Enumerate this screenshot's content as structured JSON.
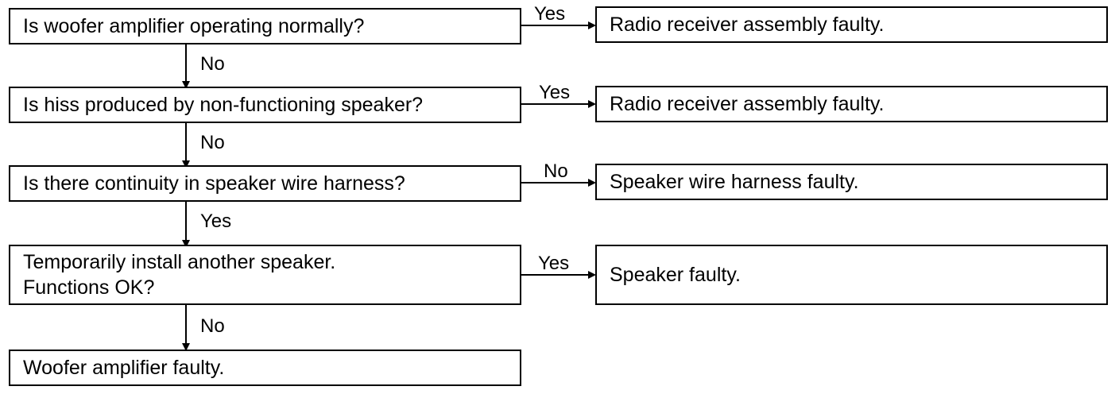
{
  "steps": [
    {
      "question": "Is woofer amplifier operating normally?",
      "branch_label": "Yes",
      "result": "Radio receiver assembly faulty.",
      "down_label": "No"
    },
    {
      "question": "Is hiss produced by non-functioning speaker?",
      "branch_label": "Yes",
      "result": "Radio receiver assembly faulty.",
      "down_label": "No"
    },
    {
      "question": "Is there continuity in speaker wire harness?",
      "branch_label": "No",
      "result": "Speaker wire harness faulty.",
      "down_label": "Yes"
    },
    {
      "question_line1": "Temporarily install another speaker.",
      "question_line2": "Functions OK?",
      "branch_label": "Yes",
      "result": "Speaker faulty.",
      "down_label": "No"
    }
  ],
  "final": "Woofer amplifier faulty."
}
